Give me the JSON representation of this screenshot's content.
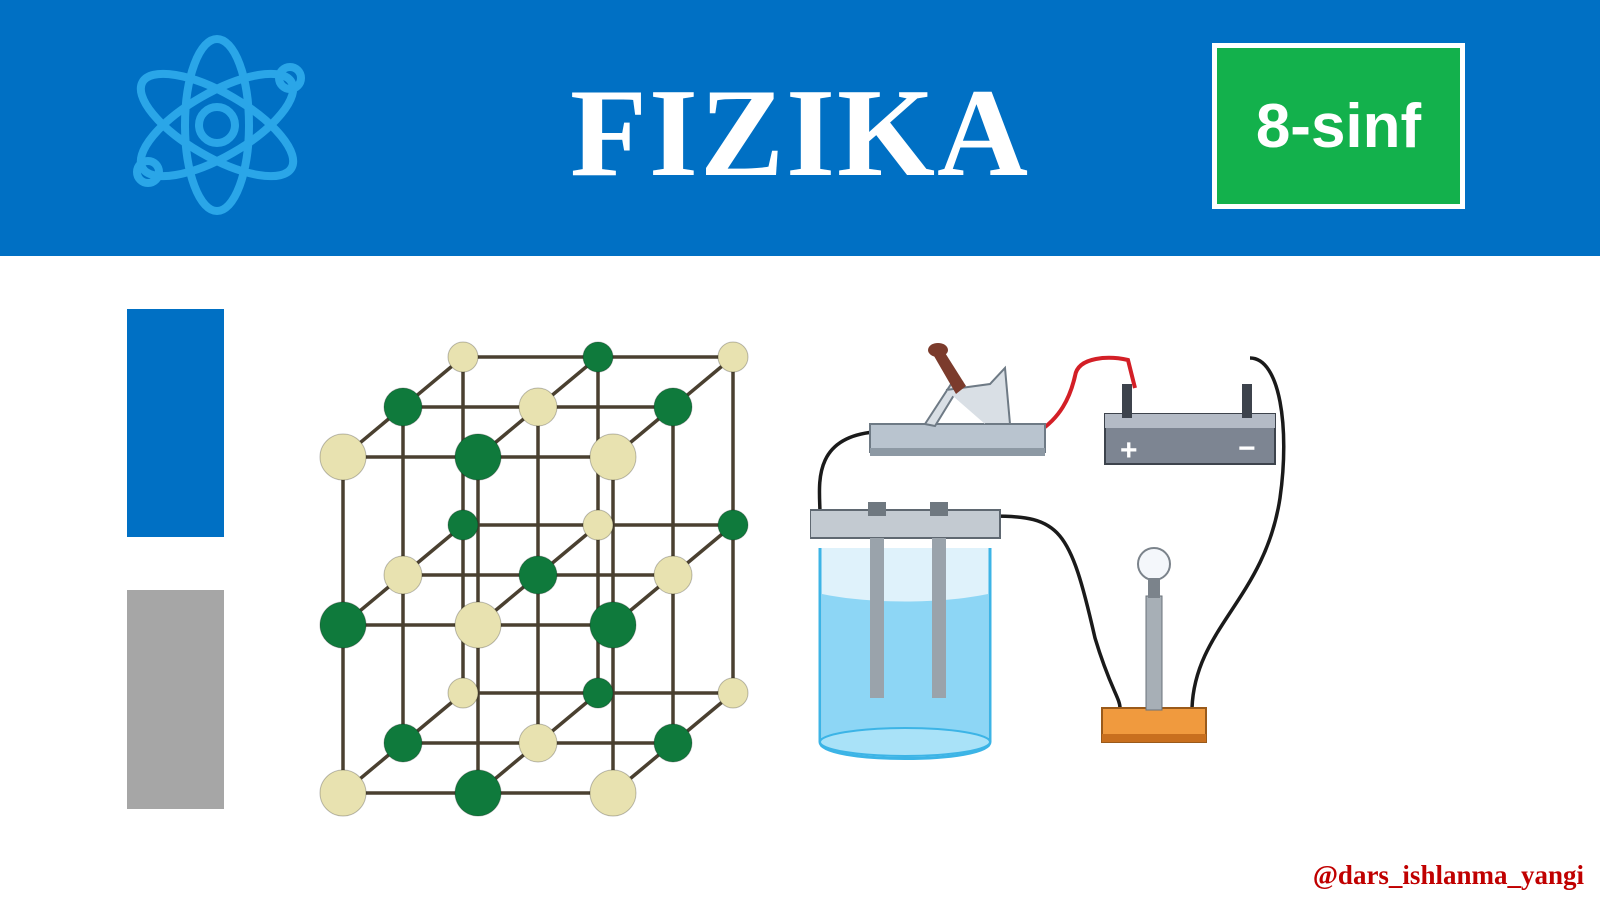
{
  "header": {
    "title": "FIZIKA",
    "badge": "8-sinf",
    "logo_icon": "atom-icon"
  },
  "illustrations": {
    "crystal_icon": "crystal-lattice-model",
    "circuit_icon": "electrolysis-circuit",
    "battery_plus": "+",
    "battery_minus": "−"
  },
  "footer": {
    "handle": "@dars_ishlanma_yangi"
  },
  "colors": {
    "header_blue": "#0070c4",
    "badge_green": "#13b14c",
    "bar_gray": "#a6a6a6",
    "handle_red": "#c00000",
    "logo_blue": "#2aa6e8",
    "atom_green": "#0f7a3c",
    "atom_cream": "#e8e2b0"
  }
}
